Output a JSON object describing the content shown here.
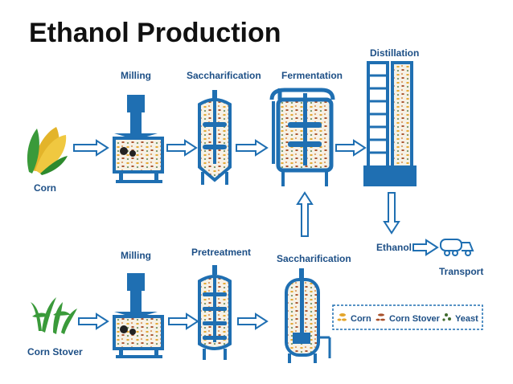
{
  "title": "Ethanol Production",
  "top_row": {
    "input": "Corn",
    "steps": [
      "Milling",
      "Saccharification",
      "Fermentation",
      "Distillation"
    ]
  },
  "bottom_row": {
    "input": "Corn Stover",
    "steps": [
      "Milling",
      "Pretreatment",
      "Saccharification"
    ]
  },
  "outputs": {
    "ethanol": "Ethanol",
    "transport": "Transport"
  },
  "legend": {
    "corn": "Corn",
    "corn_stover": "Corn Stover",
    "yeast": "Yeast"
  },
  "colors": {
    "blue": "#1f6fb2",
    "light_blue": "#dbe8f5",
    "corn": "#e3a52b",
    "stover": "#a8502a",
    "yeast": "#3f6b2d",
    "plant": "#3a9a3a"
  }
}
